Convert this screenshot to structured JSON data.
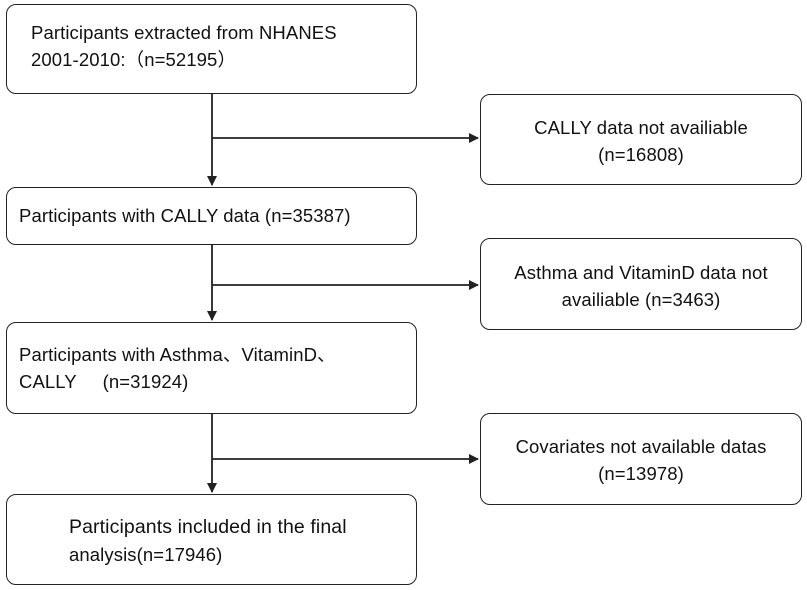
{
  "steps": [
    {
      "lines": [
        "Participants extracted from NHANES",
        "2001-2010:（n=52195）"
      ]
    },
    {
      "lines": [
        "Participants with CALLY data (n=35387)"
      ]
    },
    {
      "lines": [
        "Participants with Asthma、VitaminD、",
        "CALLY     (n=31924)"
      ]
    },
    {
      "lines": [
        "Participants included in the final",
        "analysis(n=17946)"
      ]
    }
  ],
  "exclusions": [
    {
      "lines": [
        "CALLY data not availiable",
        "(n=16808)"
      ]
    },
    {
      "lines": [
        "Asthma and VitaminD data not",
        "availiable (n=3463)"
      ]
    },
    {
      "lines": [
        "Covariates not available datas",
        "(n=13978)"
      ]
    }
  ]
}
